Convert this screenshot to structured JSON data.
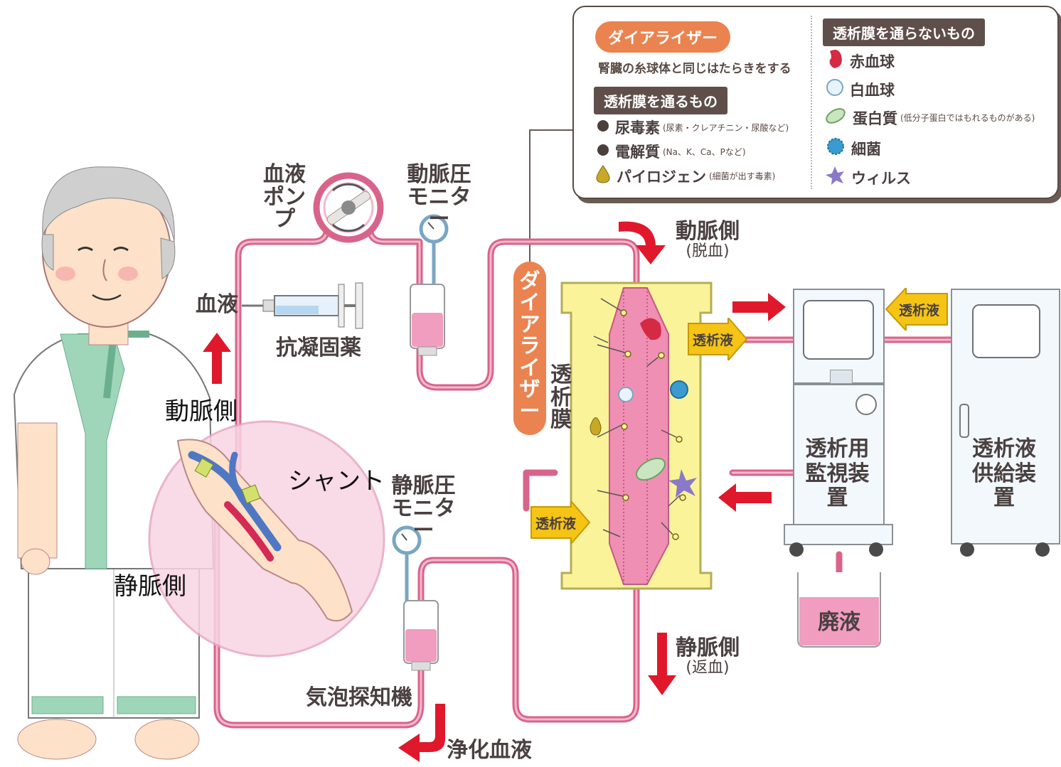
{
  "colors": {
    "tube": "#d8648a",
    "tube_light": "#f2b9cc",
    "arrow_red": "#e0182b",
    "dialyzer_yellow": "#fbf39a",
    "dialyzer_border": "#b5ac57",
    "blood_pink": "#ef8fb4",
    "orange": "#ea8350",
    "tag_yellow": "#f5c414",
    "dark_brown": "#5f4f4a"
  },
  "legend": {
    "dialyzer_title": "ダイアライザー",
    "dialyzer_desc": "腎臓の糸球体と同じはたらきをする",
    "pass_title": "透析膜を通るもの",
    "pass_items": [
      {
        "icon": "dark-dot-icon",
        "label": "尿毒素",
        "note": "(尿素・クレアチニン・尿酸など)"
      },
      {
        "icon": "dark-dot-icon",
        "label": "電解質",
        "note": "(Na、K、Ca、Pなど)"
      },
      {
        "icon": "pyrogen-drop-icon",
        "label": "パイロジェン",
        "note": "(細菌が出す毒素)"
      }
    ],
    "nopass_title": "透析膜を通らないもの",
    "nopass_items": [
      {
        "icon": "red-blood-cell-icon",
        "label": "赤血球",
        "note": ""
      },
      {
        "icon": "white-blood-cell-icon",
        "label": "白血球",
        "note": ""
      },
      {
        "icon": "protein-icon",
        "label": "蛋白質",
        "note": "(低分子蛋白ではもれるものがある)"
      },
      {
        "icon": "bacteria-icon",
        "label": "細菌",
        "note": ""
      },
      {
        "icon": "virus-icon",
        "label": "ウィルス",
        "note": ""
      }
    ]
  },
  "labels": {
    "blood_pump": "血液ポンプ",
    "arterial_pressure_monitor": "動脈圧モニター",
    "blood": "血液",
    "anticoagulant": "抗凝固薬",
    "arterial_side": "動脈側",
    "shunt": "シャント",
    "venous_side": "静脈側",
    "venous_pressure_monitor": "静脈圧モニター",
    "air_bubble_detector": "気泡探知機",
    "purified_blood": "浄化血液",
    "dialyzer": "ダイアライザー",
    "membrane": "透析膜",
    "arterial_side_draw": "動脈側",
    "arterial_side_draw_paren": "(脱血)",
    "venous_side_return": "静脈側",
    "venous_side_return_paren": "(返血)",
    "dialysate_in": "透析液",
    "dialysate_out": "透析液",
    "dialysate_supply_tag": "透析液",
    "monitor_unit": "透析用監視装置",
    "supply_unit": "透析液供給装置",
    "waste": "廃液"
  }
}
